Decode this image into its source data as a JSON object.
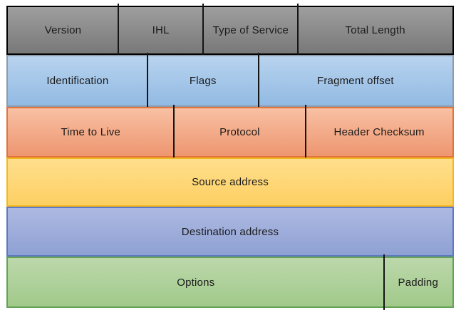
{
  "diagram": {
    "text_color": "#1b1b1b",
    "divider_color": "#151515",
    "rows": [
      {
        "fill_top": "#9e9e9e",
        "fill_bottom": "#787878",
        "border": "#000000",
        "cells": [
          {
            "label": "Version"
          },
          {
            "label": "IHL"
          },
          {
            "label": "Type of Service"
          },
          {
            "label": "Total Length"
          }
        ]
      },
      {
        "fill_top": "#b8d3ee",
        "fill_bottom": "#92bae3",
        "border": "#8d9bab",
        "cells": [
          {
            "label": "Identification"
          },
          {
            "label": "Flags"
          },
          {
            "label": "Fragment offset"
          }
        ]
      },
      {
        "fill_top": "#f8c0a3",
        "fill_bottom": "#ee9670",
        "border": "#e0743c",
        "cells": [
          {
            "label": "Time to Live"
          },
          {
            "label": "Protocol"
          },
          {
            "label": "Header Checksum"
          }
        ]
      },
      {
        "fill_top": "#ffdf8d",
        "fill_bottom": "#fdcf62",
        "border": "#f2b822",
        "cells": [
          {
            "label": "Source address"
          }
        ]
      },
      {
        "fill_top": "#aeb9e2",
        "fill_bottom": "#8ea1d3",
        "border": "#5e79c0",
        "cells": [
          {
            "label": "Destination address"
          }
        ]
      },
      {
        "fill_top": "#bcd8ab",
        "fill_bottom": "#a1c98a",
        "border": "#64a356",
        "cells": [
          {
            "label": "Options"
          },
          {
            "label": "Padding"
          }
        ]
      }
    ]
  }
}
